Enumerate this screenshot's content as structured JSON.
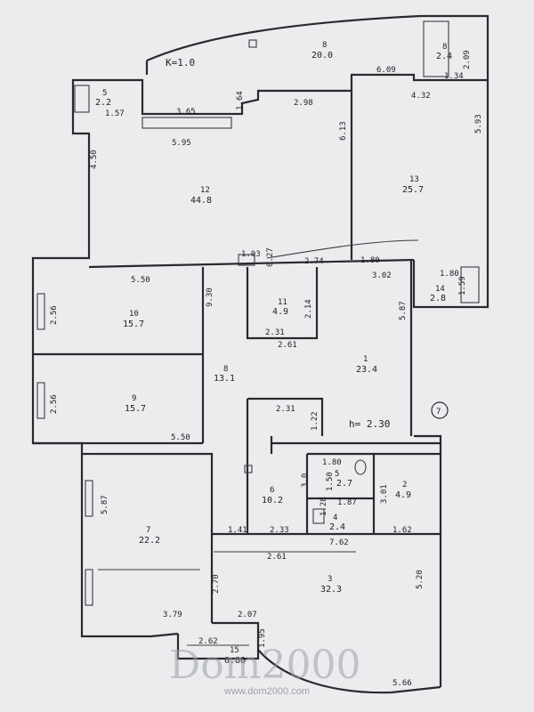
{
  "title_note": "K=1.0",
  "height_note": "h= 2.30",
  "axis_marker": "7",
  "rooms": [
    {
      "no": "8",
      "area": "20.0"
    },
    {
      "no": "8",
      "area": "2.4"
    },
    {
      "no": "5",
      "area": "2.2"
    },
    {
      "no": "12",
      "area": "44.8"
    },
    {
      "no": "13",
      "area": "25.7"
    },
    {
      "no": "10",
      "area": "15.7"
    },
    {
      "no": "11",
      "area": "4.9"
    },
    {
      "no": "14",
      "area": "2.8"
    },
    {
      "no": "8",
      "area": "13.1"
    },
    {
      "no": "1",
      "area": "23.4"
    },
    {
      "no": "9",
      "area": "15.7"
    },
    {
      "no": "6",
      "area": "10.2"
    },
    {
      "no": "5",
      "area": "2.7"
    },
    {
      "no": "2",
      "area": "4.9"
    },
    {
      "no": "4",
      "area": "2.4"
    },
    {
      "no": "7",
      "area": "22.2"
    },
    {
      "no": "3",
      "area": "32.3"
    },
    {
      "no": "15",
      "area": "0.80"
    }
  ],
  "dimensions": [
    "6.09",
    "1.34",
    "2.09",
    "4.32",
    "3.65",
    "1.57",
    "1.64",
    "2.98",
    "6.13",
    "5.93",
    "5.95",
    "4.50",
    "1.03",
    "0.27",
    "2.74",
    "1.80",
    "3.02",
    "1.80",
    "1.59",
    "5.50",
    "9.30",
    "2.56",
    "2.14",
    "2.31",
    "2.61",
    "5.87",
    "2.56",
    "2.31",
    "1.22",
    "5.50",
    "1.80",
    "1.50",
    "3.0",
    "1.87",
    "3.01",
    "1.28",
    "5.87",
    "1.41",
    "2.33",
    "7.62",
    "1.62",
    "2.70",
    "5.20",
    "3.79",
    "2.07",
    "2.62",
    "1.95",
    "5.66",
    "2.61"
  ],
  "watermark": {
    "brand": "Dom2000",
    "url": "www.dom2000.com"
  }
}
